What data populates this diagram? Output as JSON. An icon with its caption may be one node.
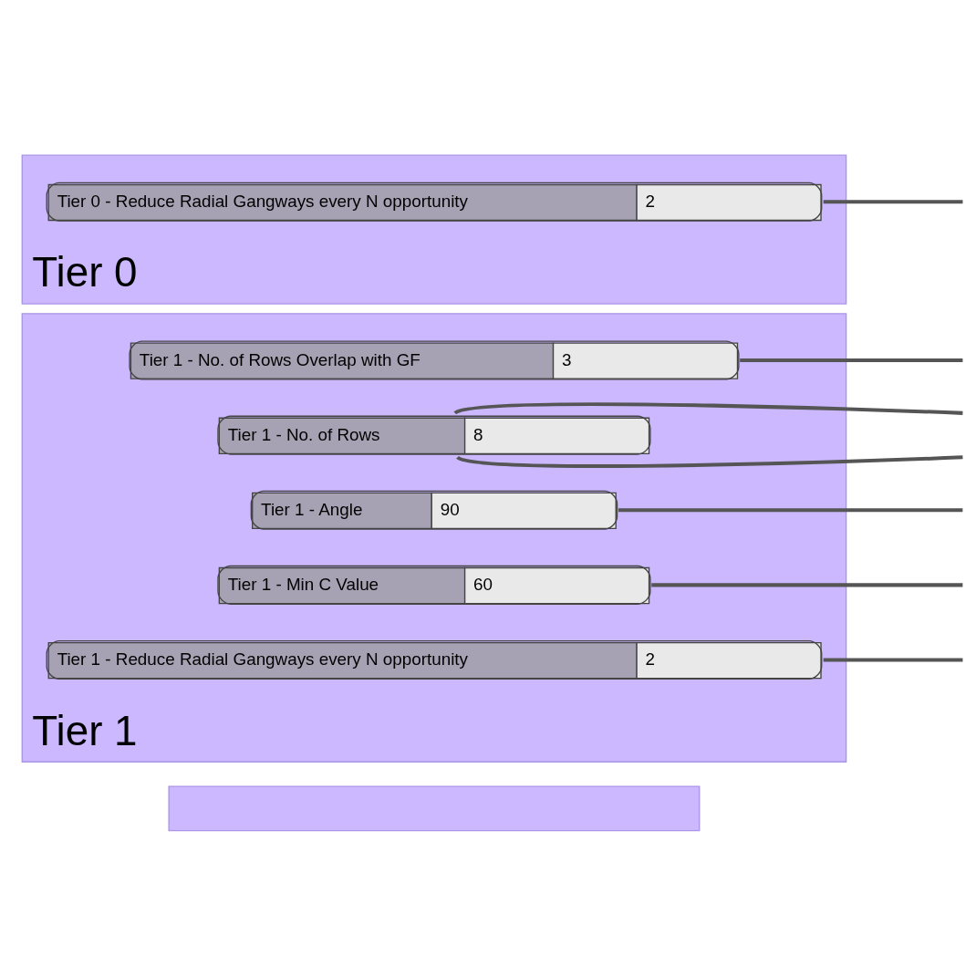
{
  "diagram": {
    "nodes": [
      {
        "text": [
          "Tier 0"
        ]
      },
      {
        "text": [
          "Tier 0 - Reduce Radial Gangways every N opportunity",
          "2"
        ],
        "in": 0
      },
      {
        "text": [
          "Tier 1"
        ]
      },
      {
        "text": [
          "Tier 1 - No. of Rows Overlap with GF",
          "3"
        ],
        "in": 2
      },
      {
        "text": [
          "Tier 1 - No. of Rows",
          "8"
        ],
        "in": 2
      },
      {
        "text": [
          "Tier 1 - Angle",
          "90"
        ],
        "in": 2
      },
      {
        "text": [
          "Tier 1 - Min C Value",
          "60"
        ],
        "in": 2
      },
      {
        "text": [
          "Tier 1 - Reduce Radial Gangways every N opportunity",
          "2"
        ],
        "in": 2
      },
      {
        "text": [],
        "shape": "box"
      }
    ],
    "edges": [
      {
        "from": 1,
        "to": null,
        "arrow": "none"
      },
      {
        "from": 3,
        "to": null,
        "arrow": "none"
      },
      {
        "from": 4,
        "to": null,
        "arrow": "none"
      },
      {
        "from": 4,
        "to": null,
        "arrow": "none"
      },
      {
        "from": 5,
        "to": null,
        "arrow": "none"
      },
      {
        "from": 6,
        "to": null,
        "arrow": "none"
      },
      {
        "from": 7,
        "to": null,
        "arrow": "none"
      }
    ]
  }
}
